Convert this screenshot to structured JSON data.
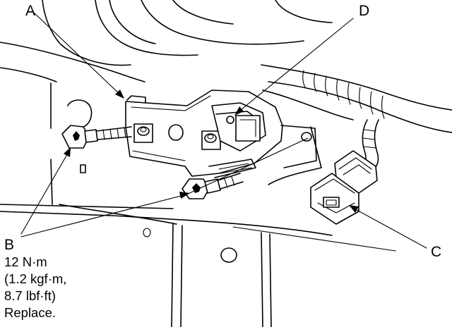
{
  "labels": {
    "a": "A",
    "b": "B",
    "c": "C",
    "d": "D"
  },
  "torque_spec": {
    "line1": "12 N·m",
    "line2": "(1.2 kgf·m,",
    "line3": "8.7 lbf·ft)",
    "line4": "Replace."
  }
}
